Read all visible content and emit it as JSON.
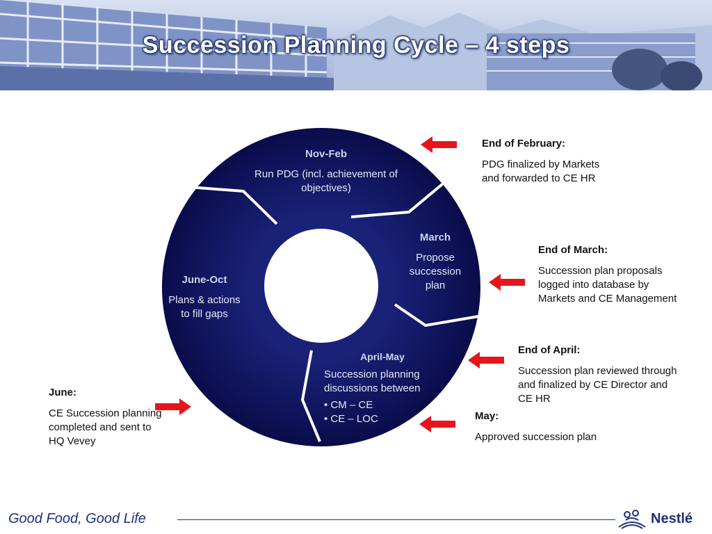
{
  "slide": {
    "title": "Succession Planning Cycle – 4 steps"
  },
  "cycle": {
    "segments": [
      {
        "period": "Nov-Feb",
        "text": "Run PDG (incl. achievement of objectives)"
      },
      {
        "period": "March",
        "text": "Propose succession plan"
      },
      {
        "period": "April-May",
        "text": "Succession planning discussions between",
        "bullets": [
          "• CM – CE",
          "• CE – LOC"
        ]
      },
      {
        "period": "June-Oct",
        "text": "Plans & actions to fill gaps"
      }
    ]
  },
  "milestones": [
    {
      "heading": "End of February:",
      "text": "PDG finalized by Markets and forwarded to CE HR"
    },
    {
      "heading": "End of March:",
      "text": "Succession plan proposals logged into database by Markets and CE Management"
    },
    {
      "heading": "End of April:",
      "text": "Succession plan reviewed through and finalized by CE Director and CE HR"
    },
    {
      "heading": "May:",
      "text": "Approved succession plan"
    },
    {
      "heading": "June:",
      "text": "CE Succession planning completed and sent to HQ Vevey"
    }
  ],
  "footer": {
    "tagline": "Good Food, Good Life",
    "brand": "Nestlé"
  },
  "colors": {
    "ring": "#10125c",
    "arrow": "#e8141c",
    "brand": "#1c2f7c"
  },
  "icons": [
    "arrow-left-icon",
    "arrow-right-icon",
    "nestle-nest-icon"
  ]
}
